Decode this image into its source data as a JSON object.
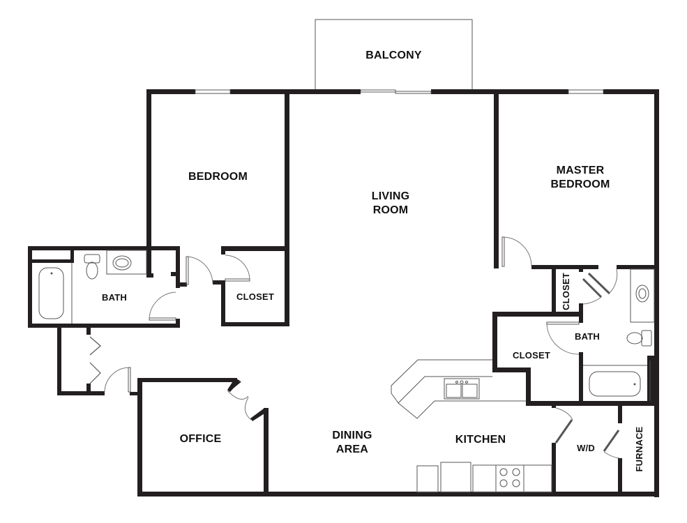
{
  "floorplan": {
    "rooms": [
      {
        "id": "balcony",
        "label": "BALCONY"
      },
      {
        "id": "bedroom",
        "label": "BEDROOM"
      },
      {
        "id": "living_room",
        "label_line1": "LIVING",
        "label_line2": "ROOM"
      },
      {
        "id": "master_bedroom",
        "label_line1": "MASTER",
        "label_line2": "BEDROOM"
      },
      {
        "id": "bath_left",
        "label": "BATH"
      },
      {
        "id": "closet_left",
        "label": "CLOSET"
      },
      {
        "id": "closet_master_small",
        "label": "CLOSET"
      },
      {
        "id": "bath_master",
        "label": "BATH"
      },
      {
        "id": "closet_master_walkin",
        "label": "CLOSET"
      },
      {
        "id": "office",
        "label": "OFFICE"
      },
      {
        "id": "dining_area",
        "label_line1": "DINING",
        "label_line2": "AREA"
      },
      {
        "id": "kitchen",
        "label": "KITCHEN"
      },
      {
        "id": "washer_dryer",
        "label": "W/D"
      },
      {
        "id": "furnace",
        "label": "FURNACE"
      }
    ],
    "colors": {
      "wall": "#231f20",
      "fixture_line": "#555555",
      "background": "#ffffff"
    }
  }
}
